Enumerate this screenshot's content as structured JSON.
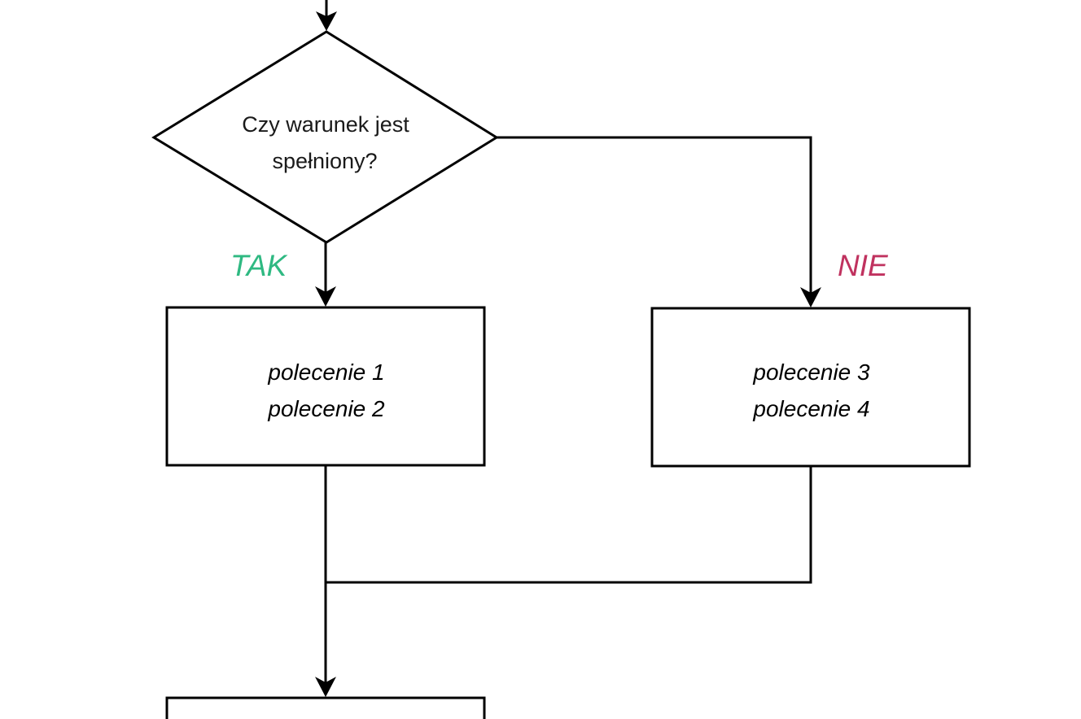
{
  "diagram": {
    "decision": {
      "lines": [
        "Czy warunek  jest",
        "spełniony?"
      ]
    },
    "branches": {
      "yes": {
        "label": "TAK",
        "color": "#2fb982"
      },
      "no": {
        "label": "NIE",
        "color": "#c0325f"
      }
    },
    "yes_box": {
      "lines": [
        "polecenie 1",
        "polecenie 2"
      ]
    },
    "no_box": {
      "lines": [
        "polecenie 3",
        "polecenie 4"
      ]
    }
  }
}
